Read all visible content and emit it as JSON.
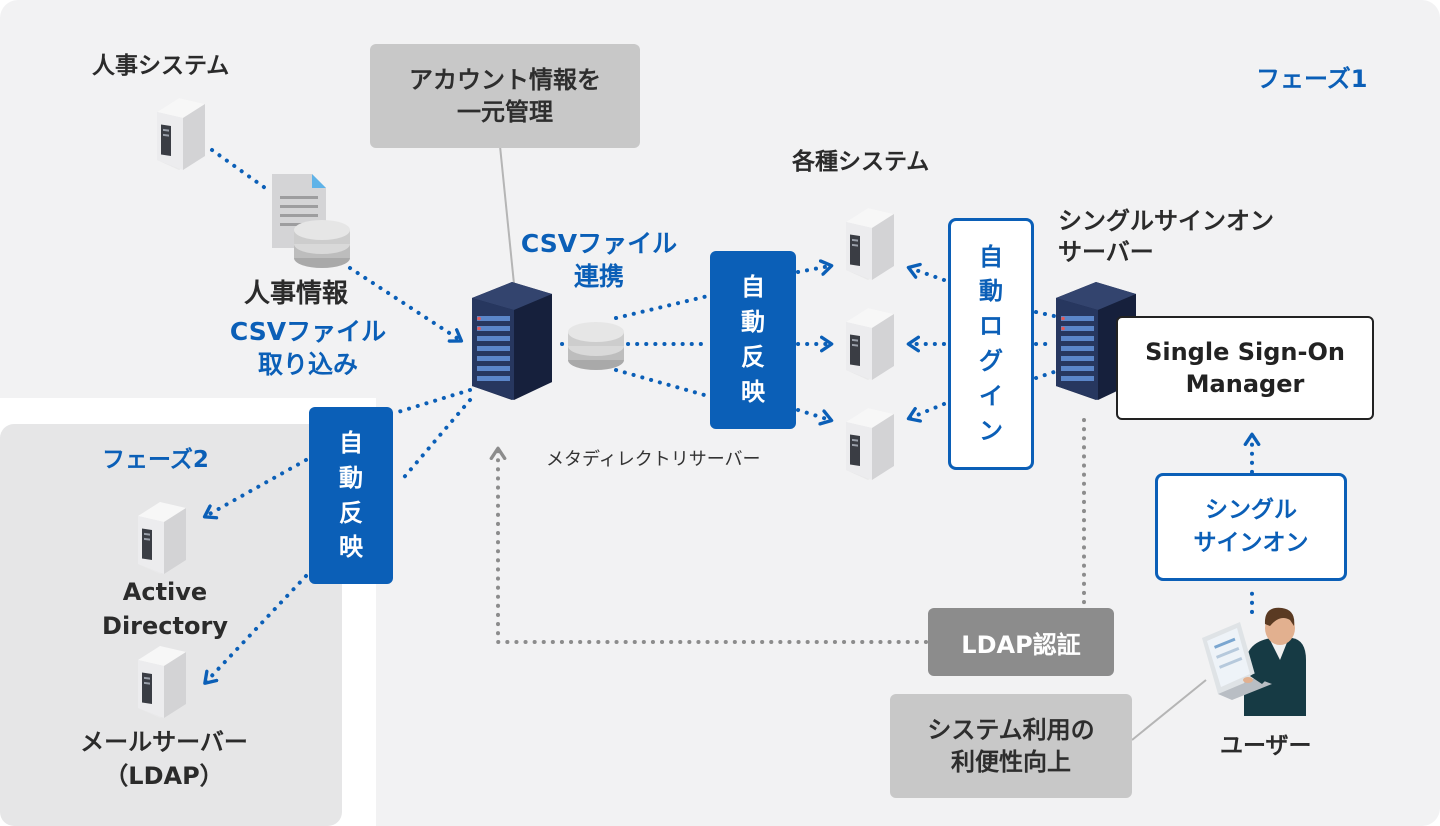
{
  "phase1": {
    "label": "フェーズ1"
  },
  "phase2": {
    "label": "フェーズ2"
  },
  "hr_system": {
    "label": "人事システム"
  },
  "hr_info": {
    "label": "人事情報"
  },
  "csv_import": {
    "line1": "CSVファイル",
    "line2": "取り込み"
  },
  "account_note": {
    "line1": "アカウント情報を",
    "line2": "一元管理"
  },
  "csv_link": {
    "line1": "CSVファイル",
    "line2": "連携"
  },
  "meta_directory": {
    "label": "メタディレクトリサーバー"
  },
  "systems": {
    "label": "各種システム"
  },
  "auto_reflect_main": {
    "chars": [
      "自",
      "動",
      "反",
      "映"
    ]
  },
  "auto_reflect_phase2": {
    "chars": [
      "自",
      "動",
      "反",
      "映"
    ]
  },
  "auto_login": {
    "chars": [
      "自",
      "動",
      "ロ",
      "グ",
      "イ",
      "ン"
    ]
  },
  "sso_server": {
    "line1": "シングルサインオン",
    "line2": "サーバー"
  },
  "sso_manager": {
    "line1": "Single Sign-On",
    "line2": "Manager"
  },
  "single_signon": {
    "line1": "シングル",
    "line2": "サインオン"
  },
  "ldap_auth": {
    "label": "LDAP認証"
  },
  "system_benefit": {
    "line1": "システム利用の",
    "line2": "利便性向上"
  },
  "user": {
    "label": "ユーザー"
  },
  "active_directory": {
    "line1": "Active",
    "line2": "Directory"
  },
  "mail_server": {
    "line1": "メールサーバー",
    "line2": "（LDAP）"
  },
  "colors": {
    "accent": "#0b5fb7",
    "background": "#f2f2f3",
    "phase2_background": "#e6e6e7",
    "note_gray": "#c8c8c8",
    "ldap_gray": "#8c8c8c",
    "server_navy": "#1f2c4f"
  }
}
